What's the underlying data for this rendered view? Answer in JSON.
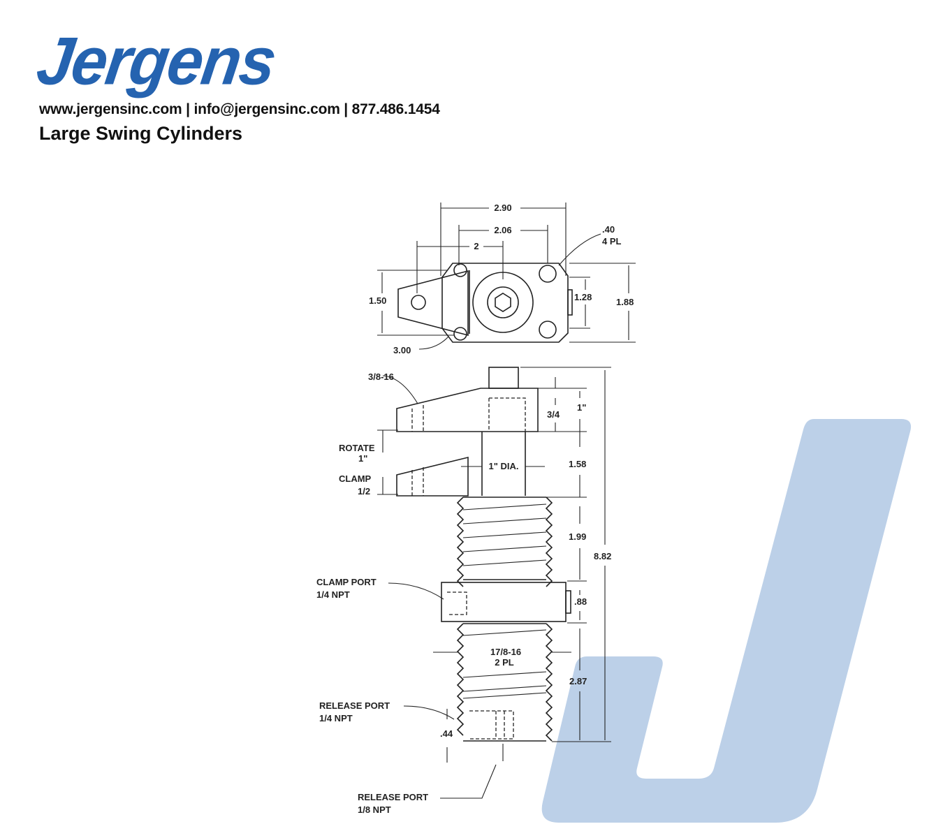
{
  "header": {
    "logo": "Jergens",
    "contact": "www.jergensinc.com | info@jergensinc.com | 877.486.1454",
    "title": "Large Swing Cylinders"
  },
  "colors": {
    "brand": "#2563b0",
    "watermark": "#bcd0e8"
  },
  "drawing": {
    "top_view": {
      "dim_290": "2.90",
      "dim_206": "2.06",
      "dim_2": "2",
      "hole": ".40",
      "hole_qty": "4 PL",
      "dim_150": "1.50",
      "dim_128": "1.28",
      "dim_188": "1.88",
      "dim_300": "3.00"
    },
    "side_view": {
      "thread_arm": "3/8-16",
      "dim_1in": "1\"",
      "dim_34": "3/4",
      "rotate": "ROTATE",
      "rotate_val": "1\"",
      "clamp": "CLAMP",
      "clamp_val": "1/2",
      "rod_dia": "1\" DIA.",
      "dim_158": "1.58",
      "dim_199": "1.99",
      "dim_882": "8.82",
      "clamp_port": "CLAMP PORT",
      "clamp_port_size": "1/4 NPT",
      "dim_88": ".88",
      "thread_body": "17/8-16",
      "thread_qty": "2 PL",
      "dim_287": "2.87",
      "release_port_1": "RELEASE PORT",
      "release_port_1_size": "1/4 NPT",
      "dim_44": ".44",
      "release_port_2": "RELEASE PORT",
      "release_port_2_size": "1/8 NPT"
    }
  }
}
